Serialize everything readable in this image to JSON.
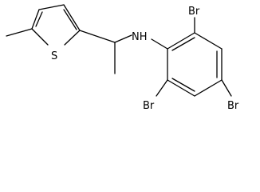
{
  "molecule": {
    "atoms": {
      "sulfur": "S",
      "amine": "NH",
      "bromine_top": "Br",
      "bromine_right": "Br",
      "bromine_bottom": "Br"
    }
  }
}
